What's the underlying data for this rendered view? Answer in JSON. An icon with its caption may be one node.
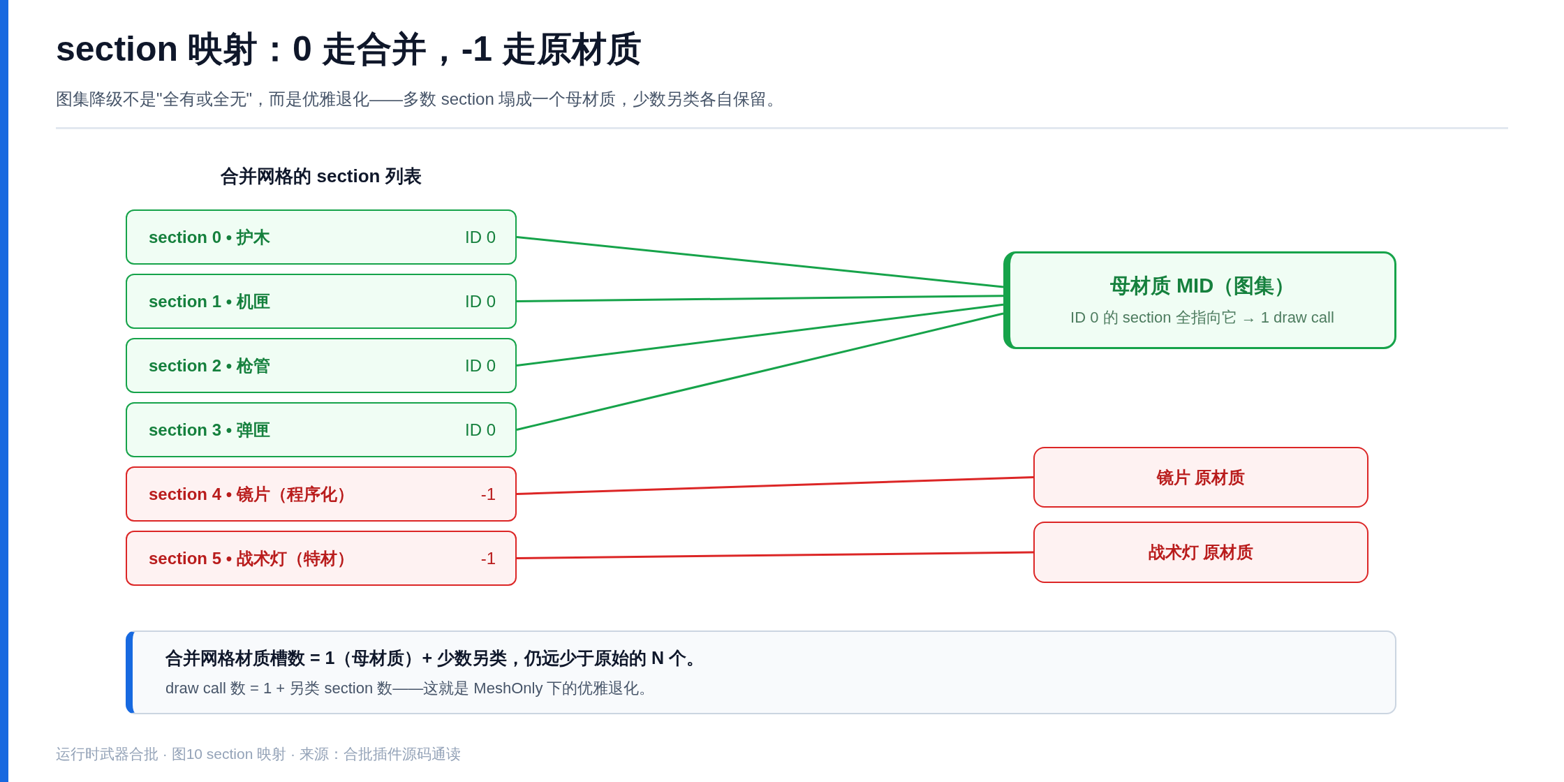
{
  "diagram": {
    "title": "section 映射：0 走合并，-1 走原材质",
    "caption": "运行时武器合批 · 图10 section 映射 · 来源：合批插件源码通读",
    "nodes": [
      {
        "text": [
          "section 0 • 护木",
          "ID 0"
        ]
      },
      {
        "text": [
          "section 1 • 机匣",
          "ID 0"
        ]
      },
      {
        "text": [
          "section 2 • 枪管",
          "ID 0"
        ]
      },
      {
        "text": [
          "section 3 • 弹匣",
          "ID 0"
        ]
      },
      {
        "text": [
          "section 4 • 镜片（程序化）",
          "-1"
        ]
      },
      {
        "text": [
          "section 5 • 战术灯（特材）",
          "-1"
        ]
      },
      {
        "text": [
          "母材质 MID（图集）",
          "ID 0 的 section 全指向它 → 1 draw call"
        ]
      },
      {
        "text": [
          "镜片 原材质"
        ]
      },
      {
        "text": [
          "战术灯 原材质"
        ]
      },
      {
        "text": [
          "合并网格材质槽数 = 1（母材质）+ 少数另类，仍远少于原始的 N 个。",
          "draw call 数 = 1 + 另类 section 数——这就是 MeshOnly 下的优雅退化。"
        ]
      }
    ],
    "edges": [
      {
        "from": 0,
        "to": 6,
        "arrow": "none"
      },
      {
        "from": 1,
        "to": 6,
        "arrow": "none"
      },
      {
        "from": 2,
        "to": 6,
        "arrow": "none"
      },
      {
        "from": 3,
        "to": 6,
        "arrow": "none"
      },
      {
        "from": 4,
        "to": 7,
        "arrow": "none",
        "color": "#dc2626"
      },
      {
        "from": 5,
        "to": 8,
        "arrow": "none",
        "color": "#dc2626"
      }
    ],
    "labels": [
      "图集降级不是\"全有或全无\"，而是优雅退化——多数 section 塌成一个母材质，少数另类各自保留。",
      "合并网格的 section 列表"
    ]
  }
}
